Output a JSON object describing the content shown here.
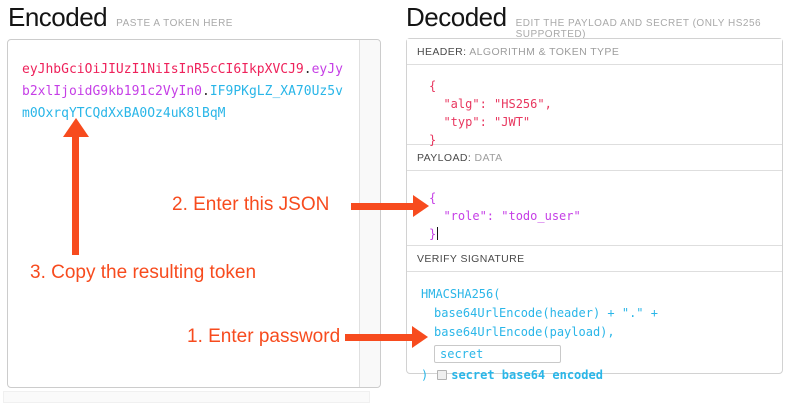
{
  "encoded": {
    "title": "Encoded",
    "subtitle": "PASTE A TOKEN HERE",
    "token": {
      "header": "eyJhbGciOiJIUzI1NiIsInR5cCI6IkpXVCJ9",
      "separator1": ".",
      "payload": "eyJyb2xlIjoidG9kb191c2VyIn0",
      "separator2": ".",
      "signature": "IF9PKgLZ_XA70Uz5vm0OxrqYTCQdXxBA0Oz4uK8lBqM"
    }
  },
  "decoded": {
    "title": "Decoded",
    "subtitle": "EDIT THE PAYLOAD AND SECRET (ONLY HS256 SUPPORTED)",
    "header_section": {
      "label_bold": "HEADER:",
      "label_light": "ALGORITHM & TOKEN TYPE",
      "json": "{\n  \"alg\": \"HS256\",\n  \"typ\": \"JWT\"\n}"
    },
    "payload_section": {
      "label_bold": "PAYLOAD:",
      "label_light": "DATA",
      "json": "{\n  \"role\": \"todo_user\"\n}"
    },
    "signature_section": {
      "label": "VERIFY SIGNATURE",
      "line1": "HMACSHA256(",
      "line2": "base64UrlEncode(header) + \".\" +",
      "line3": "base64UrlEncode(payload),",
      "secret_value": "secret",
      "closing_paren": ")",
      "checkbox_label": "secret base64 encoded"
    }
  },
  "annotations": {
    "step1": "1. Enter password",
    "step2": "2. Enter this JSON",
    "step3": "3. Copy the resulting token"
  },
  "colors": {
    "token_header": "#ee225b",
    "token_payload": "#c53ee6",
    "token_signature": "#2ab6e8",
    "annotation_accent": "#f74b1e"
  }
}
